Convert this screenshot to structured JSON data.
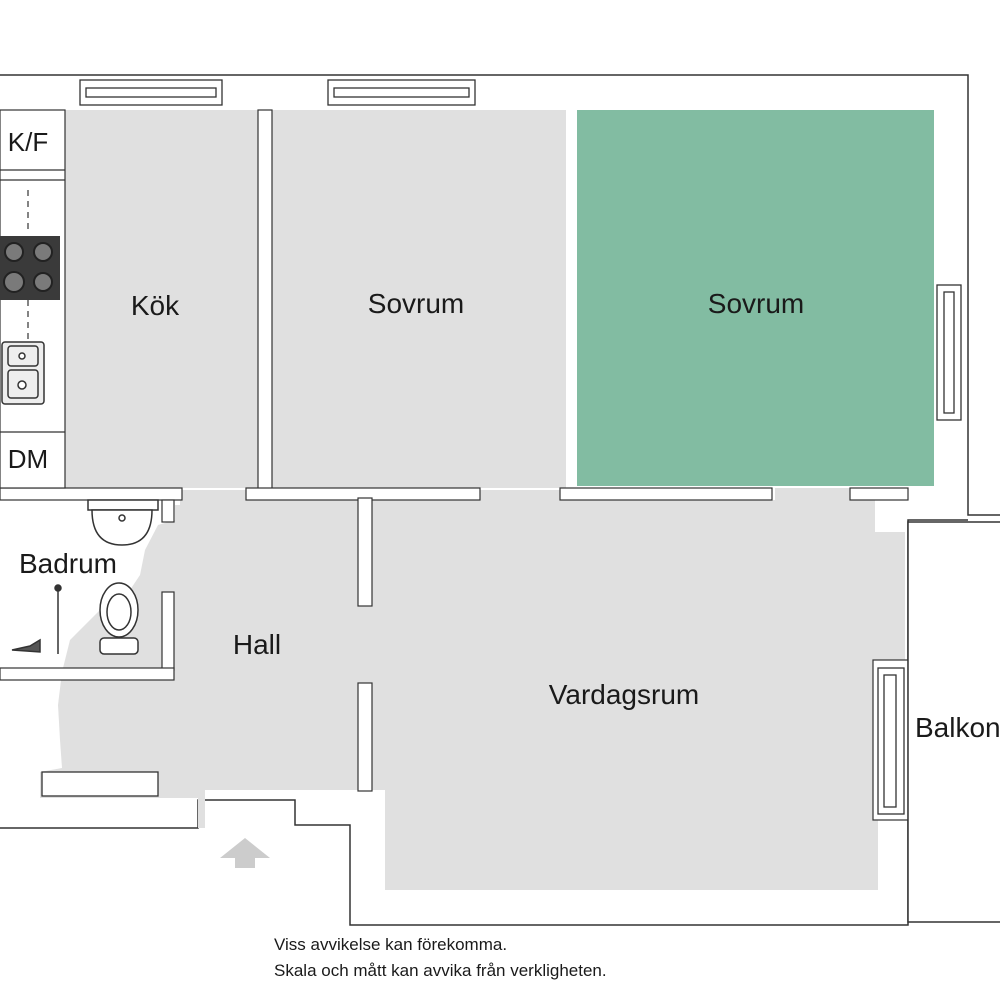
{
  "rooms": {
    "kok": "Kök",
    "sovrum_1": "Sovrum",
    "sovrum_2": "Sovrum",
    "badrum": "Badrum",
    "hall": "Hall",
    "vardagsrum": "Vardagsrum",
    "balkong": "Balkong"
  },
  "appliances": {
    "fridge_freezer": "K/F",
    "dishwasher": "DM"
  },
  "disclaimer": {
    "line1": "Viss avvikelse kan förekomma.",
    "line2": "Skala och mått kan avvika från verkligheten."
  },
  "colors": {
    "floor": "#e0e0e0",
    "highlighted_room": "#82bca2",
    "wall": "#ffffff",
    "outline": "#333333"
  },
  "icons": [
    "stove-icon",
    "sink-icon",
    "washbasin-icon",
    "toilet-icon",
    "shower-icon",
    "window-icon",
    "entrance-arrow-icon"
  ]
}
